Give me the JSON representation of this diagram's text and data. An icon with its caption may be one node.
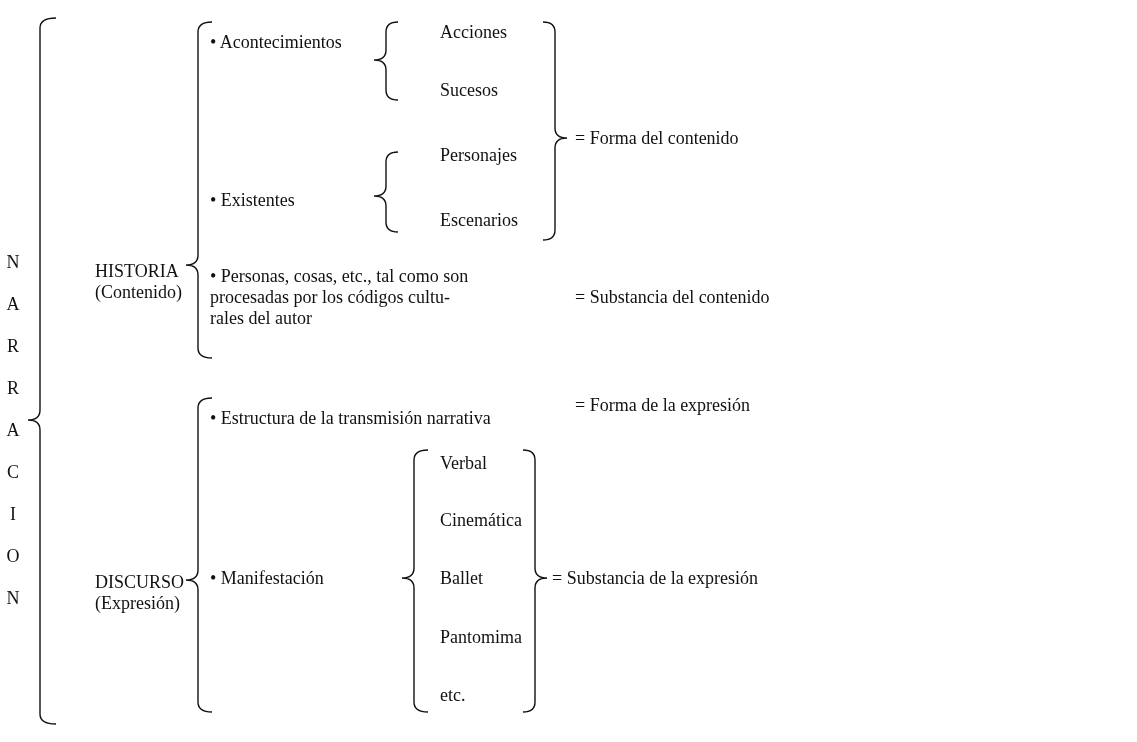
{
  "diagram": {
    "labels": [
      "N A R R A C I O N",
      "HISTORIA (Contenido)",
      "• Acontecimientos",
      "Acciones",
      "Sucesos",
      "= Forma del contenido",
      "• Existentes",
      "Personajes",
      "Escenarios",
      "• Personas, cosas, etc., tal como son procesadas por los códigos cultu- rales del autor",
      "= Substancia del contenido",
      "DISCURSO (Expresión)",
      "• Estructura de la transmisión narrativa",
      "= Forma de la expresión",
      "Verbal",
      "Cinemática",
      "• Manifestación",
      "Ballet",
      "= Substancia de la expresión",
      "Pantomima",
      "etc."
    ]
  }
}
